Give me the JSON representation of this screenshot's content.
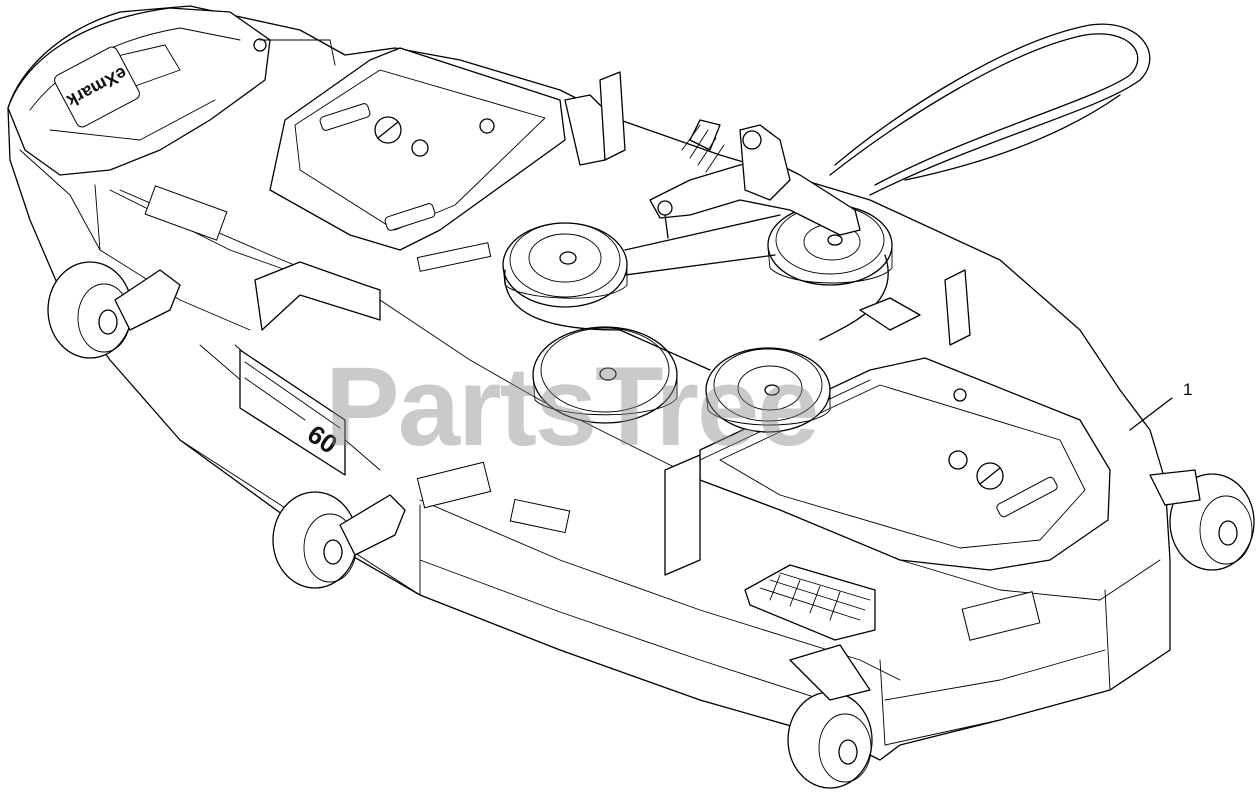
{
  "diagram": {
    "callouts": [
      {
        "label": "1"
      }
    ],
    "brand_badge": "eXmark",
    "deck_size": "60",
    "watermark": "PartsTree"
  },
  "colors": {
    "line": "#000000",
    "background": "#ffffff",
    "watermark": "#8a8a8a"
  }
}
